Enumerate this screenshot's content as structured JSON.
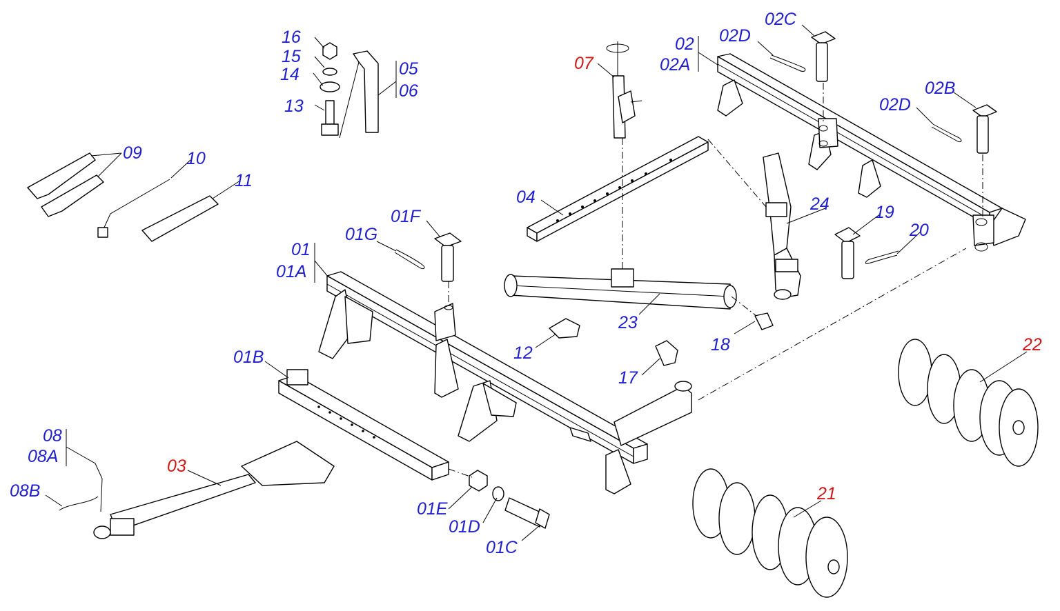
{
  "colors": {
    "blue_label": "#1f1fcf",
    "red_label": "#d01818",
    "line": "#000000",
    "background": "#ffffff"
  },
  "labels": [
    {
      "id": "16",
      "text": "16",
      "color": "blue"
    },
    {
      "id": "15",
      "text": "15",
      "color": "blue"
    },
    {
      "id": "14",
      "text": "14",
      "color": "blue"
    },
    {
      "id": "13",
      "text": "13",
      "color": "blue"
    },
    {
      "id": "05",
      "text": "05",
      "color": "blue"
    },
    {
      "id": "06",
      "text": "06",
      "color": "blue"
    },
    {
      "id": "07",
      "text": "07",
      "color": "red"
    },
    {
      "id": "02",
      "text": "02",
      "color": "blue"
    },
    {
      "id": "02A",
      "text": "02A",
      "color": "blue"
    },
    {
      "id": "02D_top",
      "text": "02D",
      "color": "blue"
    },
    {
      "id": "02C",
      "text": "02C",
      "color": "blue"
    },
    {
      "id": "02B",
      "text": "02B",
      "color": "blue"
    },
    {
      "id": "02D_right",
      "text": "02D",
      "color": "blue"
    },
    {
      "id": "09",
      "text": "09",
      "color": "blue"
    },
    {
      "id": "10",
      "text": "10",
      "color": "blue"
    },
    {
      "id": "11",
      "text": "11",
      "color": "blue"
    },
    {
      "id": "04",
      "text": "04",
      "color": "blue"
    },
    {
      "id": "24",
      "text": "24",
      "color": "blue"
    },
    {
      "id": "19",
      "text": "19",
      "color": "blue"
    },
    {
      "id": "20",
      "text": "20",
      "color": "blue"
    },
    {
      "id": "01F",
      "text": "01F",
      "color": "blue"
    },
    {
      "id": "01G",
      "text": "01G",
      "color": "blue"
    },
    {
      "id": "01",
      "text": "01",
      "color": "blue"
    },
    {
      "id": "01A",
      "text": "01A",
      "color": "blue"
    },
    {
      "id": "23",
      "text": "23",
      "color": "blue"
    },
    {
      "id": "12",
      "text": "12",
      "color": "blue"
    },
    {
      "id": "18",
      "text": "18",
      "color": "blue"
    },
    {
      "id": "22",
      "text": "22",
      "color": "red"
    },
    {
      "id": "01B",
      "text": "01B",
      "color": "blue"
    },
    {
      "id": "17",
      "text": "17",
      "color": "blue"
    },
    {
      "id": "08",
      "text": "08",
      "color": "blue"
    },
    {
      "id": "08A",
      "text": "08A",
      "color": "blue"
    },
    {
      "id": "08B",
      "text": "08B",
      "color": "blue"
    },
    {
      "id": "03",
      "text": "03",
      "color": "red"
    },
    {
      "id": "21",
      "text": "21",
      "color": "red"
    },
    {
      "id": "01E",
      "text": "01E",
      "color": "blue"
    },
    {
      "id": "01D",
      "text": "01D",
      "color": "blue"
    },
    {
      "id": "01C",
      "text": "01C",
      "color": "blue"
    }
  ]
}
